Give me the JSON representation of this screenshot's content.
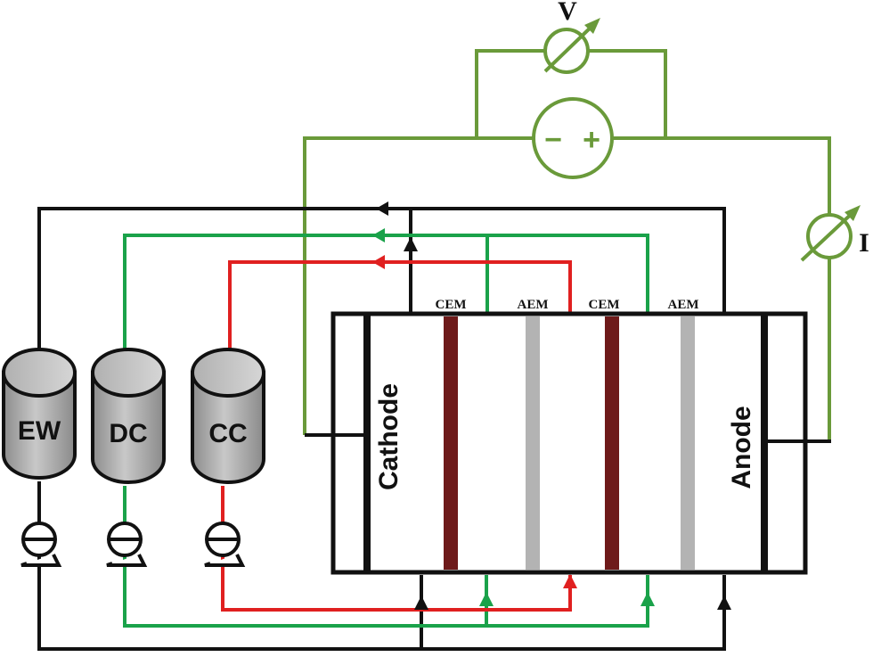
{
  "meters": {
    "voltmeter_label": "V",
    "ammeter_label": "I"
  },
  "power_supply": {
    "minus": "−",
    "plus": "+"
  },
  "tanks": [
    {
      "label": "EW"
    },
    {
      "label": "DC"
    },
    {
      "label": "CC"
    }
  ],
  "membranes": [
    {
      "label": "CEM",
      "color": "#6e1a1a"
    },
    {
      "label": "AEM",
      "color": "#b3b3b3"
    },
    {
      "label": "CEM",
      "color": "#6e1a1a"
    },
    {
      "label": "AEM",
      "color": "#b3b3b3"
    }
  ],
  "electrodes": {
    "cathode": "Cathode",
    "anode": "Anode"
  },
  "colors": {
    "electrical": "#6a9a3a",
    "ew_stream": "#111111",
    "dc_stream": "#1aa24a",
    "cc_stream": "#e02020",
    "tank_fill": "#a6a6a6"
  }
}
